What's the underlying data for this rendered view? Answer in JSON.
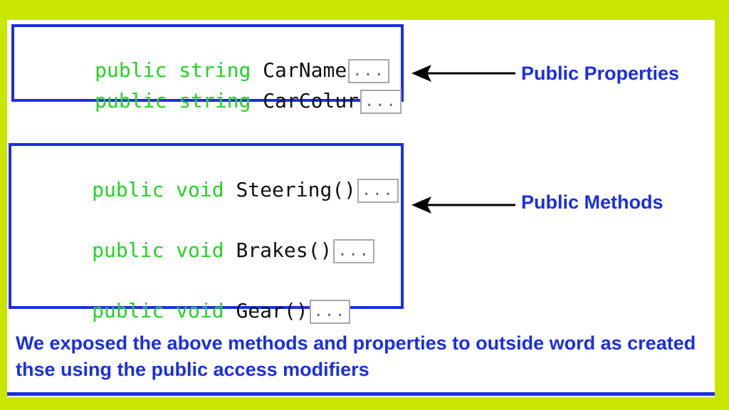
{
  "properties_box": {
    "lines": [
      {
        "keyword": "public string ",
        "identifier": "CarName",
        "collapsed": "..."
      },
      {
        "keyword": "public string ",
        "identifier": "CarColur",
        "collapsed": "..."
      }
    ]
  },
  "methods_box": {
    "lines": [
      {
        "keyword": "public void ",
        "identifier": "Steering()",
        "collapsed": "..."
      },
      {
        "keyword": "public void ",
        "identifier": "Brakes()",
        "collapsed": "..."
      },
      {
        "keyword": "public void ",
        "identifier": "Gear()",
        "collapsed": "..."
      }
    ]
  },
  "labels": {
    "properties": "Public Properties",
    "methods": "Public Methods"
  },
  "footer": {
    "text": "We exposed the above methods and properties to outside word as created thse using the public access modifiers"
  },
  "colors": {
    "outer_background": "#c8e600",
    "accent_blue": "#1a2fe0",
    "keyword_green": "#22d322"
  },
  "icons": [
    "arrow-left-icon",
    "arrow-left-icon"
  ]
}
